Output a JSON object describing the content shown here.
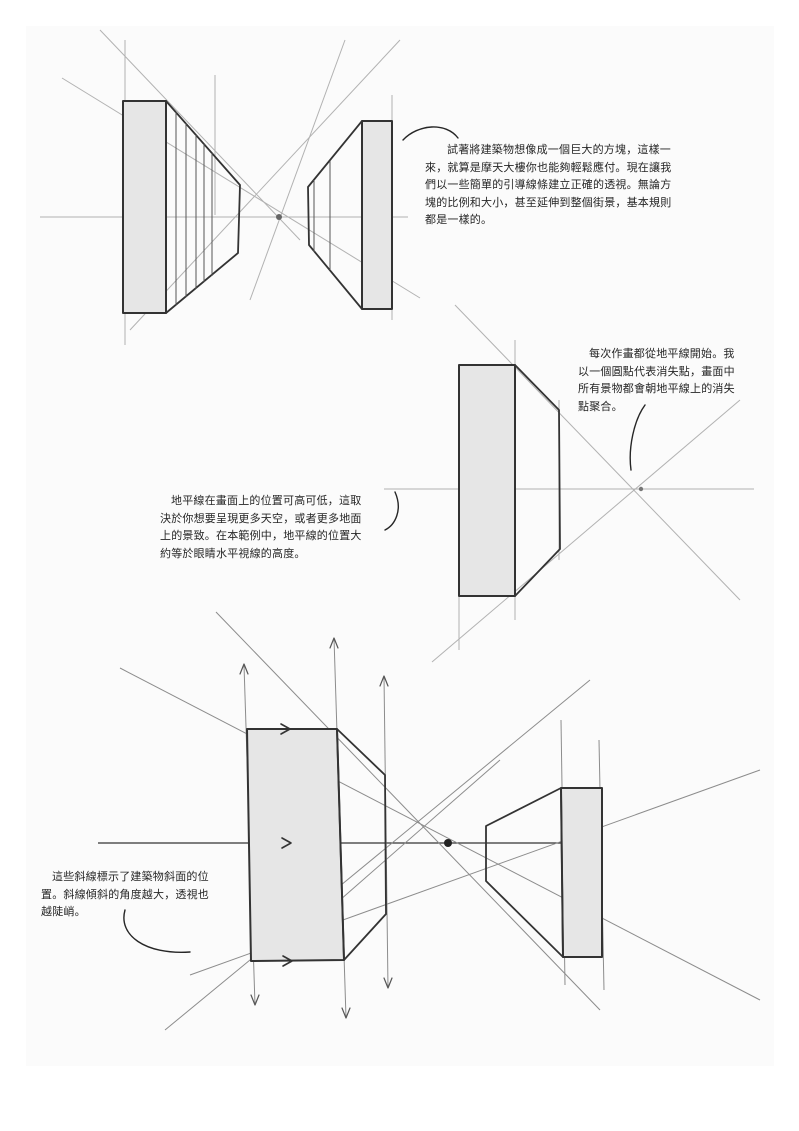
{
  "notes": {
    "intro": {
      "lines": [
        "試著將建築物想像成一個巨大的方塊，這樣一",
        "來，就算是摩天大樓你也能夠輕鬆應付。現在讓我",
        "們以一些簡單的引導線條建立正確的透視。無論方",
        "塊的比例和大小，甚至延伸到整個街景，基本規則",
        "都是一樣的。"
      ]
    },
    "horizon_start": {
      "lines": [
        "每次作畫都從地平線開始。我",
        "以一個圓點代表消失點，畫面中",
        "所有景物都會朝地平線上的消失",
        "點聚合。"
      ]
    },
    "horizon_position": {
      "lines": [
        "地平線在畫面上的位置可高可低，這取",
        "決於你想要呈現更多天空，或者更多地面",
        "上的景致。在本範例中，地平線的位置大",
        "約等於眼睛水平視線的高度。"
      ]
    },
    "diagonals": {
      "lines": [
        "這些斜線標示了建築物斜面的位",
        "置。斜線傾斜的角度越大，透視也",
        "越陡峭。"
      ]
    }
  },
  "style": {
    "paper_color": "#fbfbfb",
    "face_fill": "#e6e6e6",
    "ink_color": "#333333",
    "guide_color": "#b2b2b2",
    "vanishing_point_color": "#555555"
  },
  "icons": {
    "vanishing_point": "filled-dot",
    "direction_arrow": "open-chevron-arrow"
  }
}
